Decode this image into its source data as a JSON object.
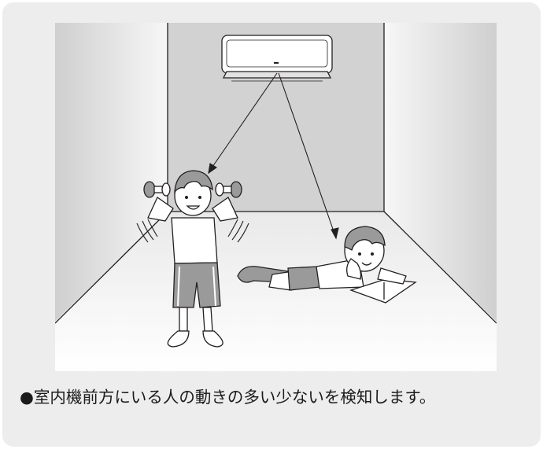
{
  "caption": "●室内機前方にいる人の動きの多い少ないを検知します。",
  "illustration": {
    "subjects": [
      "air-conditioner-indoor-unit",
      "active-person-with-dumbbells",
      "resting-person-reading"
    ],
    "colors": {
      "back_wall": "#d2d2d2",
      "line": "#231f20",
      "shirt_fill": "#ffffff",
      "shorts_fill": "#9a9a9a",
      "panel_bg": "#ededed"
    }
  }
}
